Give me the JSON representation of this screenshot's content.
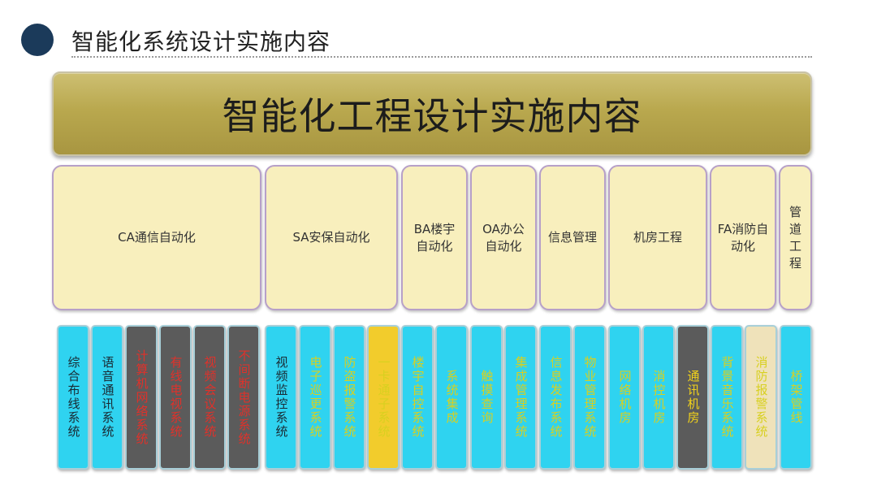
{
  "header": {
    "title": "智能化系统设计实施内容"
  },
  "top": {
    "title": "智能化工程设计实施内容"
  },
  "categories": [
    "CA通信自动化",
    "SA安保自动化",
    "BA楼宇\n自动化",
    "OA办公\n自动化",
    "信息管理",
    "机房工程",
    "FA消防自\n动化",
    "管\n道\n工\n程"
  ],
  "systems": [
    {
      "label": "综合布线系统",
      "fill": "#2fd3f0",
      "text": "#1a2a33"
    },
    {
      "label": "语音通讯系统",
      "fill": "#2fd3f0",
      "text": "#1a2a33"
    },
    {
      "label": "计算机网络系统",
      "fill": "#5b5b5b",
      "text": "#e0312a"
    },
    {
      "label": "有线电视系统",
      "fill": "#5b5b5b",
      "text": "#e0312a"
    },
    {
      "label": "视频会议系统",
      "fill": "#5b5b5b",
      "text": "#e0312a"
    },
    {
      "label": "不间断电源系统",
      "fill": "#5b5b5b",
      "text": "#e0312a"
    },
    {
      "label": "视频监控系统",
      "fill": "#2fd3f0",
      "text": "#1a2a33"
    },
    {
      "label": "电子巡更系统",
      "fill": "#2fd3f0",
      "text": "#d8d020"
    },
    {
      "label": "防盗报警系统",
      "fill": "#2fd3f0",
      "text": "#d8d020"
    },
    {
      "label": "一卡通子系统",
      "fill": "#f2cc2c",
      "text": "#d8d020"
    },
    {
      "label": "楼宇自控系统",
      "fill": "#2fd3f0",
      "text": "#d8d020"
    },
    {
      "label": "系统集成",
      "fill": "#2fd3f0",
      "text": "#d8d020"
    },
    {
      "label": "触摸查询",
      "fill": "#2fd3f0",
      "text": "#d8d020"
    },
    {
      "label": "集成管理系统",
      "fill": "#2fd3f0",
      "text": "#d8d020"
    },
    {
      "label": "信息发布系统",
      "fill": "#2fd3f0",
      "text": "#d8d020"
    },
    {
      "label": "物业管理系统",
      "fill": "#2fd3f0",
      "text": "#d8d020"
    },
    {
      "label": "网络机房",
      "fill": "#2fd3f0",
      "text": "#d8d020"
    },
    {
      "label": "消控机房",
      "fill": "#2fd3f0",
      "text": "#d8d020"
    },
    {
      "label": "通讯机房",
      "fill": "#5b5b5b",
      "text": "#f2d21a"
    },
    {
      "label": "背景音乐系统",
      "fill": "#2fd3f0",
      "text": "#d8d020"
    },
    {
      "label": "消防报警系统",
      "fill": "#efe2ba",
      "text": "#d8d020"
    },
    {
      "label": "桥架管线",
      "fill": "#2fd3f0",
      "text": "#d8d020"
    }
  ]
}
